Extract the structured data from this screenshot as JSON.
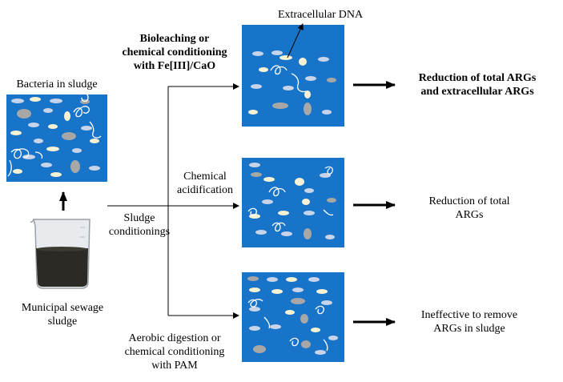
{
  "colors": {
    "panel_blue": "#1874c8",
    "cell_white": "#f8f2d4",
    "cell_gray": "#a7a7a7",
    "cell_light": "#c7d4ea"
  },
  "labels": {
    "bacteria_in_sludge": "Bacteria in sludge",
    "municipal_line1": "Municipal sewage",
    "municipal_line2": "sludge",
    "sludge_line1": "Sludge",
    "sludge_line2": "conditionings",
    "extracellular_dna": "Extracellular DNA",
    "bio_line1": "Bioleaching or",
    "bio_line2": "chemical conditioning",
    "bio_line3": "with Fe[III]/CaO",
    "chem_line1": "Chemical",
    "chem_line2": "acidification",
    "aer_line1": "Aerobic digestion or",
    "aer_line2": "chemical conditioning",
    "aer_line3": "with PAM",
    "out1_line1": "Reduction of total ARGs",
    "out1_line2": "and extracellular ARGs",
    "out2_line1": "Reduction of total",
    "out2_line2": "ARGs",
    "out3_line1": "Ineffective to remove",
    "out3_line2": "ARGs in sludge"
  }
}
